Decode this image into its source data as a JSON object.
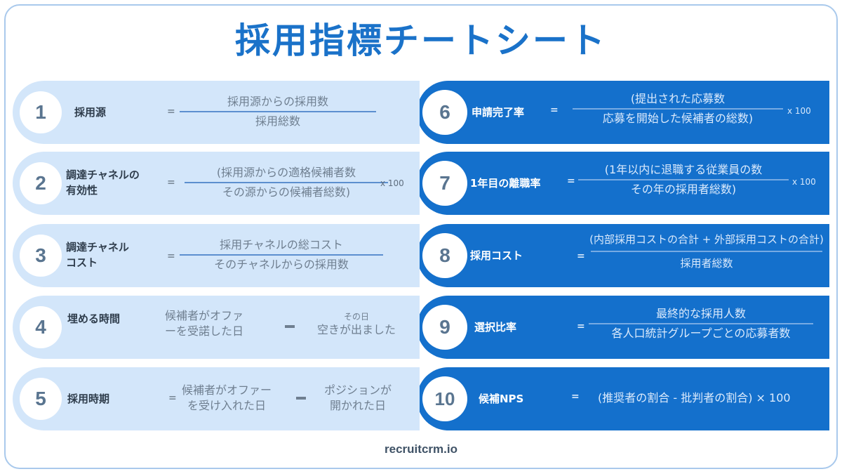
{
  "title": "採用指標チートシート",
  "footer": "recruitcrm.io",
  "colors": {
    "accent": "#1a72c9",
    "dark_row": "#1470cc",
    "light_row": "#d3e6fa",
    "border": "#a9c9ec"
  },
  "metrics": [
    {
      "number": "1",
      "label": "採用源",
      "equals": "=",
      "numerator": "採用源からの採用数",
      "denominator": "採用総数"
    },
    {
      "number": "2",
      "label_line1": "調達チャネルの",
      "label_line2": "有効性",
      "equals": "=",
      "numerator": "(採用源からの適格候補者数",
      "denominator": "その源からの候補者総数)",
      "multiplier": "x 100"
    },
    {
      "number": "3",
      "label_line1": "調達チャネル",
      "label_line2": "コスト",
      "equals": "=",
      "numerator": "採用チャネルの総コスト",
      "denominator": "そのチャネルからの採用数"
    },
    {
      "number": "4",
      "label": "埋める時間",
      "term1_line1": "候補者がオファ",
      "term1_line2": "ーを受諾した日",
      "minus": "−",
      "term2_line1": "その日",
      "term2_line2": "空きが出ました"
    },
    {
      "number": "5",
      "label": "採用時期",
      "equals": "=",
      "term1_line1": "候補者がオファー",
      "term1_line2": "を受け入れた日",
      "minus": "−",
      "term2_line1": "ポジションが",
      "term2_line2": "開かれた日"
    },
    {
      "number": "6",
      "label": "申請完了率",
      "equals": "=",
      "numerator": "(提出された応募数",
      "denominator": "応募を開始した候補者の総数)",
      "multiplier": "x 100"
    },
    {
      "number": "7",
      "label": "1年目の離職率",
      "equals": "=",
      "numerator": "(1年以内に退職する従業員の数",
      "denominator": "その年の採用者総数)",
      "multiplier": "x 100"
    },
    {
      "number": "8",
      "label": "採用コスト",
      "equals": "=",
      "numerator": "(内部採用コストの合計 + 外部採用コストの合計)",
      "denominator": "採用者総数"
    },
    {
      "number": "9",
      "label": "選択比率",
      "equals": "=",
      "numerator": "最終的な採用人数",
      "denominator": "各人口統計グループごとの応募者数"
    },
    {
      "number": "10",
      "label": "候補NPS",
      "equals": "=",
      "formula": "(推奨者の割合 - 批判者の割合) × 100"
    }
  ]
}
